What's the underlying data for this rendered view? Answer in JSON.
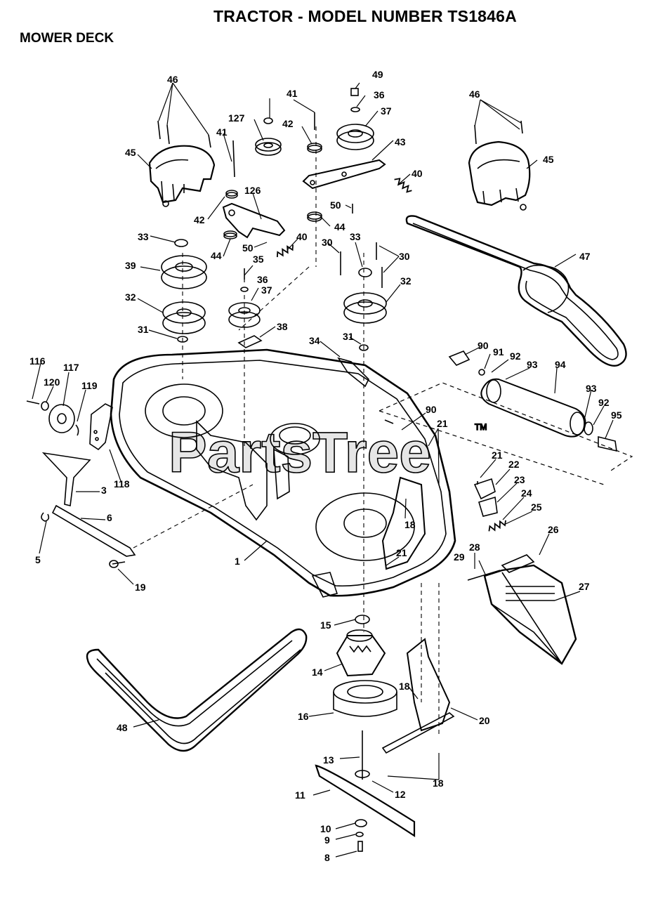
{
  "header": {
    "title": "TRACTOR - MODEL NUMBER TS1846A",
    "subtitle": "MOWER DECK"
  },
  "watermark": {
    "text": "PartsTree",
    "tm": "TM"
  },
  "callouts": [
    "46",
    "49",
    "41",
    "36",
    "37",
    "127",
    "42",
    "43",
    "46",
    "45",
    "41",
    "45",
    "126",
    "40",
    "42",
    "50",
    "47",
    "50",
    "44",
    "33",
    "44",
    "40",
    "30",
    "33",
    "30",
    "39",
    "35",
    "36",
    "37",
    "32",
    "32",
    "31",
    "38",
    "34",
    "31",
    "90",
    "91",
    "92",
    "93",
    "94",
    "116",
    "120",
    "117",
    "119",
    "93",
    "92",
    "95",
    "90",
    "21",
    "21",
    "22",
    "23",
    "24",
    "25",
    "26",
    "3",
    "118",
    "6",
    "5",
    "1",
    "18",
    "19",
    "21",
    "28",
    "29",
    "27",
    "15",
    "14",
    "48",
    "18",
    "16",
    "20",
    "13",
    "18",
    "12",
    "11",
    "10",
    "9",
    "8"
  ]
}
